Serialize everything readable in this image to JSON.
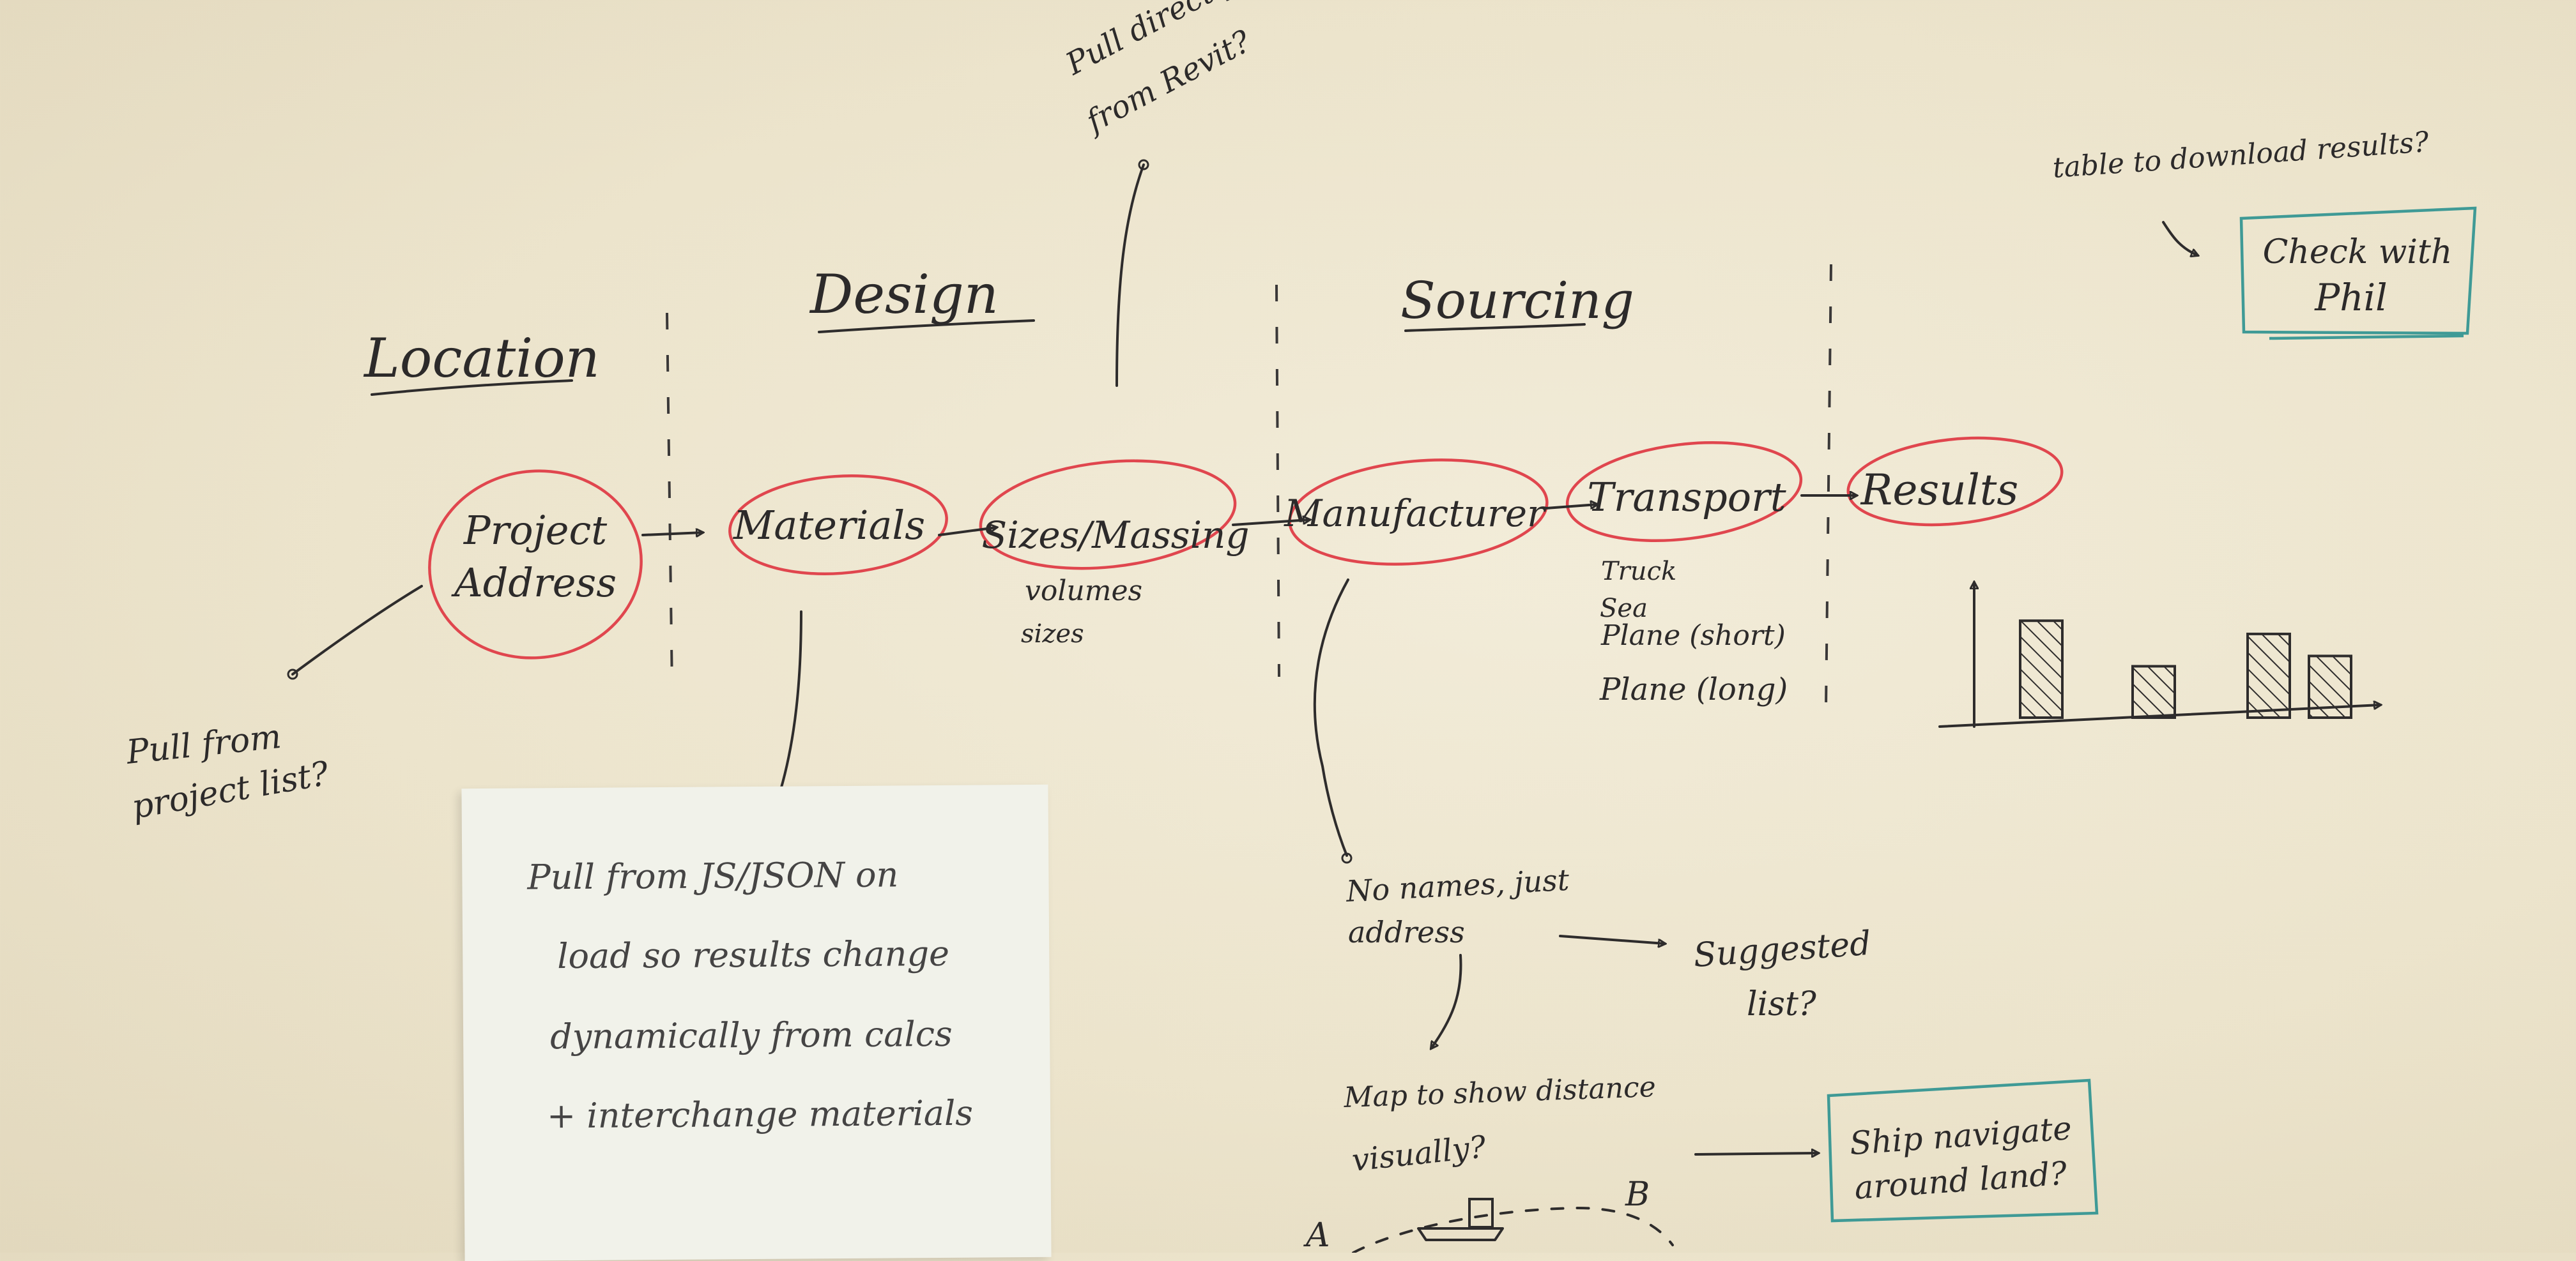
{
  "stages": {
    "location": "Location",
    "design": "Design",
    "sourcing": "Sourcing"
  },
  "nodes": {
    "project": [
      "Project",
      "Address"
    ],
    "materials": "Materials",
    "sizes": "Sizes/Massing",
    "manufacturer": "Manufacturer",
    "transport": "Transport",
    "results": "Results"
  },
  "notes": {
    "pull_revit": [
      "Pull directly",
      "from Revit?"
    ],
    "pull_project": [
      "Pull from",
      "project list?"
    ],
    "sizes_sub": [
      "volumes",
      "sizes"
    ],
    "transport_modes": [
      "Truck",
      "Sea",
      "Plane (short)",
      "Plane (long)"
    ],
    "table_download": "table to download results?",
    "check_phil": [
      "Check with",
      "Phil"
    ],
    "no_names": [
      "No names, just",
      "address"
    ],
    "suggested": [
      "Suggested",
      "list?"
    ],
    "map_distance": [
      "Map to show distance",
      "visually?"
    ],
    "ship_navigate": [
      "Ship navigate",
      "around land?"
    ],
    "map_a": "A",
    "map_b": "B"
  },
  "sticky_note": {
    "lines": [
      "Pull from JS/JSON on",
      "load so results change",
      "dynamically from calcs",
      "+ interchange materials"
    ]
  },
  "chart_data": {
    "type": "bar",
    "categories": [
      "",
      "",
      "",
      ""
    ],
    "values": [
      66,
      35,
      57,
      42
    ],
    "title": "",
    "xlabel": "",
    "ylabel": "",
    "ylim": [
      0,
      100
    ],
    "grid": false
  },
  "colors": {
    "ink": "#2c2a2a",
    "red": "#e0464e",
    "teal": "#3f9a96",
    "paper": "#ece4cc",
    "sticky": "#f1f2ea"
  }
}
